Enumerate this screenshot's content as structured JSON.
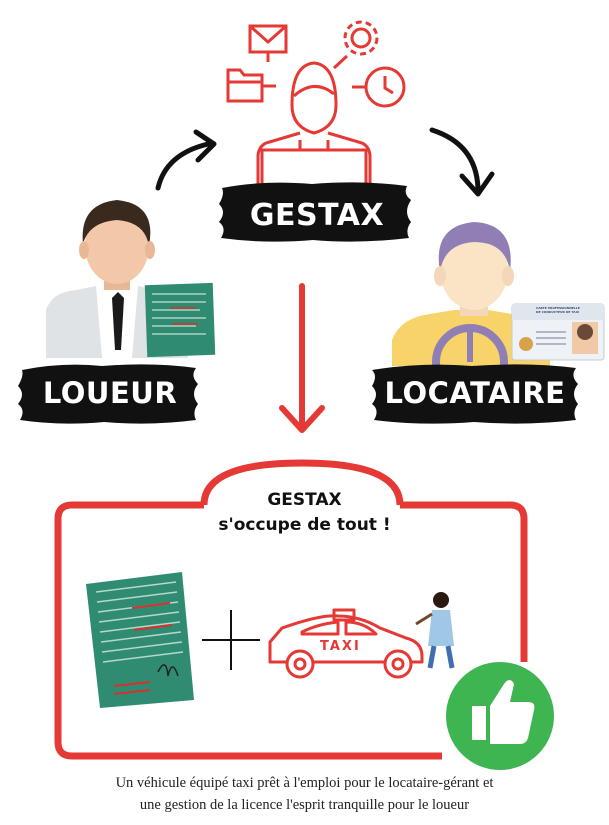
{
  "labels": {
    "gestax": "GESTAX",
    "loueur": "LOUEUR",
    "locataire": "LOCATAIRE",
    "taxi": "TAXI"
  },
  "box": {
    "title_line1": "GESTAX",
    "title_line2": "s'occupe de tout !"
  },
  "caption": {
    "line1": "Un véhicule équipé taxi prêt à l'emploi pour le locataire-gérant et",
    "line2": "une gestion de la licence l'esprit tranquille pour le loueur"
  },
  "card": {
    "title_line1": "CARTE PROFESSIONNELLE",
    "title_line2": "DE CONDUCTEUR DE TAXI"
  },
  "colors": {
    "accent": "#e53935",
    "brush": "#111111",
    "thumb": "#3fb552",
    "document": "#2f8c73"
  },
  "icons": [
    "envelope-icon",
    "gear-icon",
    "folder-icon",
    "clock-icon",
    "thumbs-up-icon",
    "plus-icon"
  ]
}
